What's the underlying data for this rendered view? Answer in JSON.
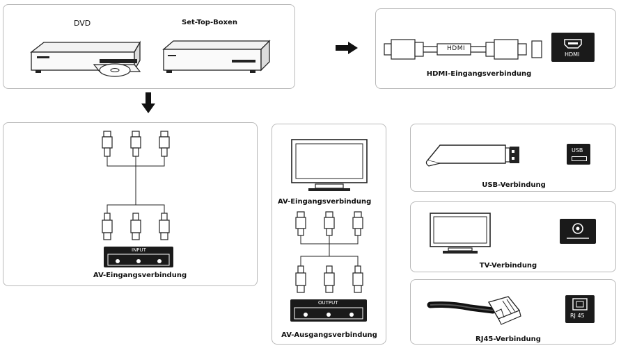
{
  "devices": {
    "dvd_label": "DVD",
    "stb_label": "Set-Top-Boxen"
  },
  "hdmi": {
    "cable_label": "HDMI",
    "port_label": "HDMI",
    "caption": "HDMI-Eingangsverbindung"
  },
  "av_in": {
    "panel_label": "INPUT",
    "caption": "AV-Eingangsverbindung"
  },
  "av_out": {
    "top_caption": "AV-Eingangsverbindung",
    "panel_label": "OUTPUT",
    "caption": "AV-Ausgangsverbindung"
  },
  "usb": {
    "port_label": "USB",
    "caption": "USB-Verbindung"
  },
  "tv": {
    "caption": "TV-Verbindung"
  },
  "rj45": {
    "port_label": "RJ 45",
    "caption": "RJ45-Verbindung"
  }
}
